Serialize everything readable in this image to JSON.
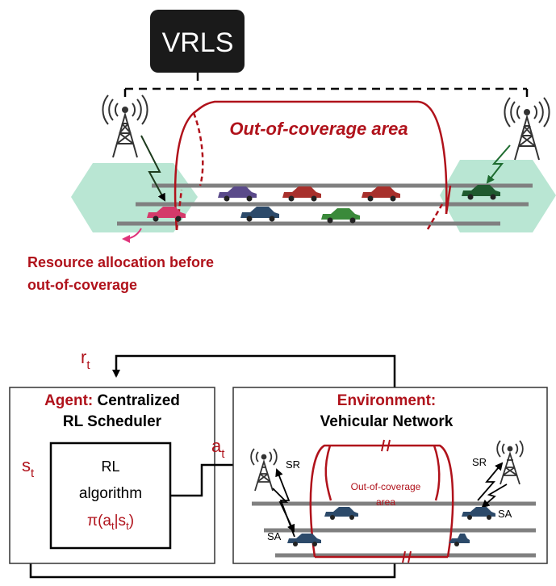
{
  "top_diagram": {
    "vrls_label": "VRLS",
    "out_of_coverage_label": "Out-of-coverage area",
    "resource_note_line1": "Resource allocation before",
    "resource_note_line2": "out-of-coverage"
  },
  "bottom_diagram": {
    "reward_label": "r",
    "reward_sub": "t",
    "action_label": "a",
    "action_sub": "t",
    "state_label": "s",
    "state_sub": "t",
    "agent_title_bold": "Agent:",
    "agent_title_rest": "Centralized",
    "agent_title_line2": "RL Scheduler",
    "rl_line1": "RL",
    "rl_line2": "algorithm",
    "policy_label": "π(a",
    "policy_sub1": "t",
    "policy_mid": "|s",
    "policy_sub2": "t",
    "policy_end": ")",
    "env_title_line1": "Environment:",
    "env_title_line2": "Vehicular Network",
    "sr_left": "SR",
    "sa_left": "SA",
    "sr_right": "SR",
    "sa_right": "SA",
    "ooc_small_line1": "Out-of-coverage",
    "ooc_small_line2": "area"
  },
  "colors": {
    "dark_red": "#b0121b",
    "coverage_green": "#b9e6d3",
    "road_gray": "#808080",
    "box_black": "#111111"
  }
}
